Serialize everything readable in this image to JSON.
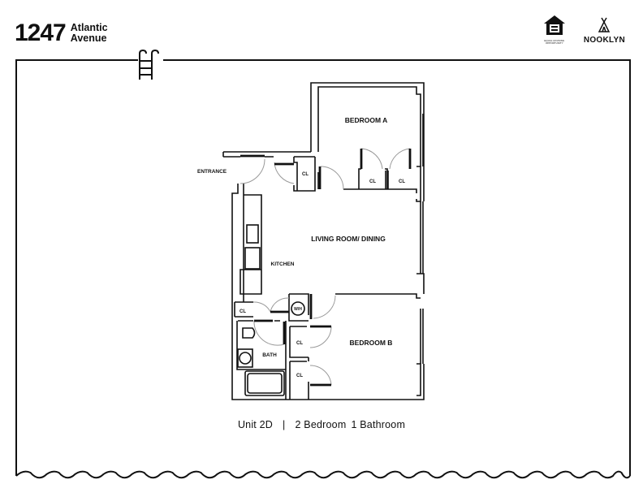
{
  "header": {
    "number": "1247",
    "street_line1": "Atlantic",
    "street_line2": "Avenue"
  },
  "logos": {
    "equal_housing_text": "EQUAL HOUSING OPPORTUNITY",
    "brand": "NOOKLYN"
  },
  "plan": {
    "rooms": {
      "bedroom_a": "BEDROOM A",
      "bedroom_b": "BEDROOM B",
      "living": "LIVING ROOM/ DINING",
      "kitchen": "KITCHEN",
      "bath": "BATH",
      "entrance": "ENTRANCE",
      "closet": "CL",
      "water_heater": "W/H"
    }
  },
  "caption": {
    "unit": "Unit 2D",
    "sep": "|",
    "beds": "2 Bedroom",
    "baths": "1 Bathroom"
  }
}
